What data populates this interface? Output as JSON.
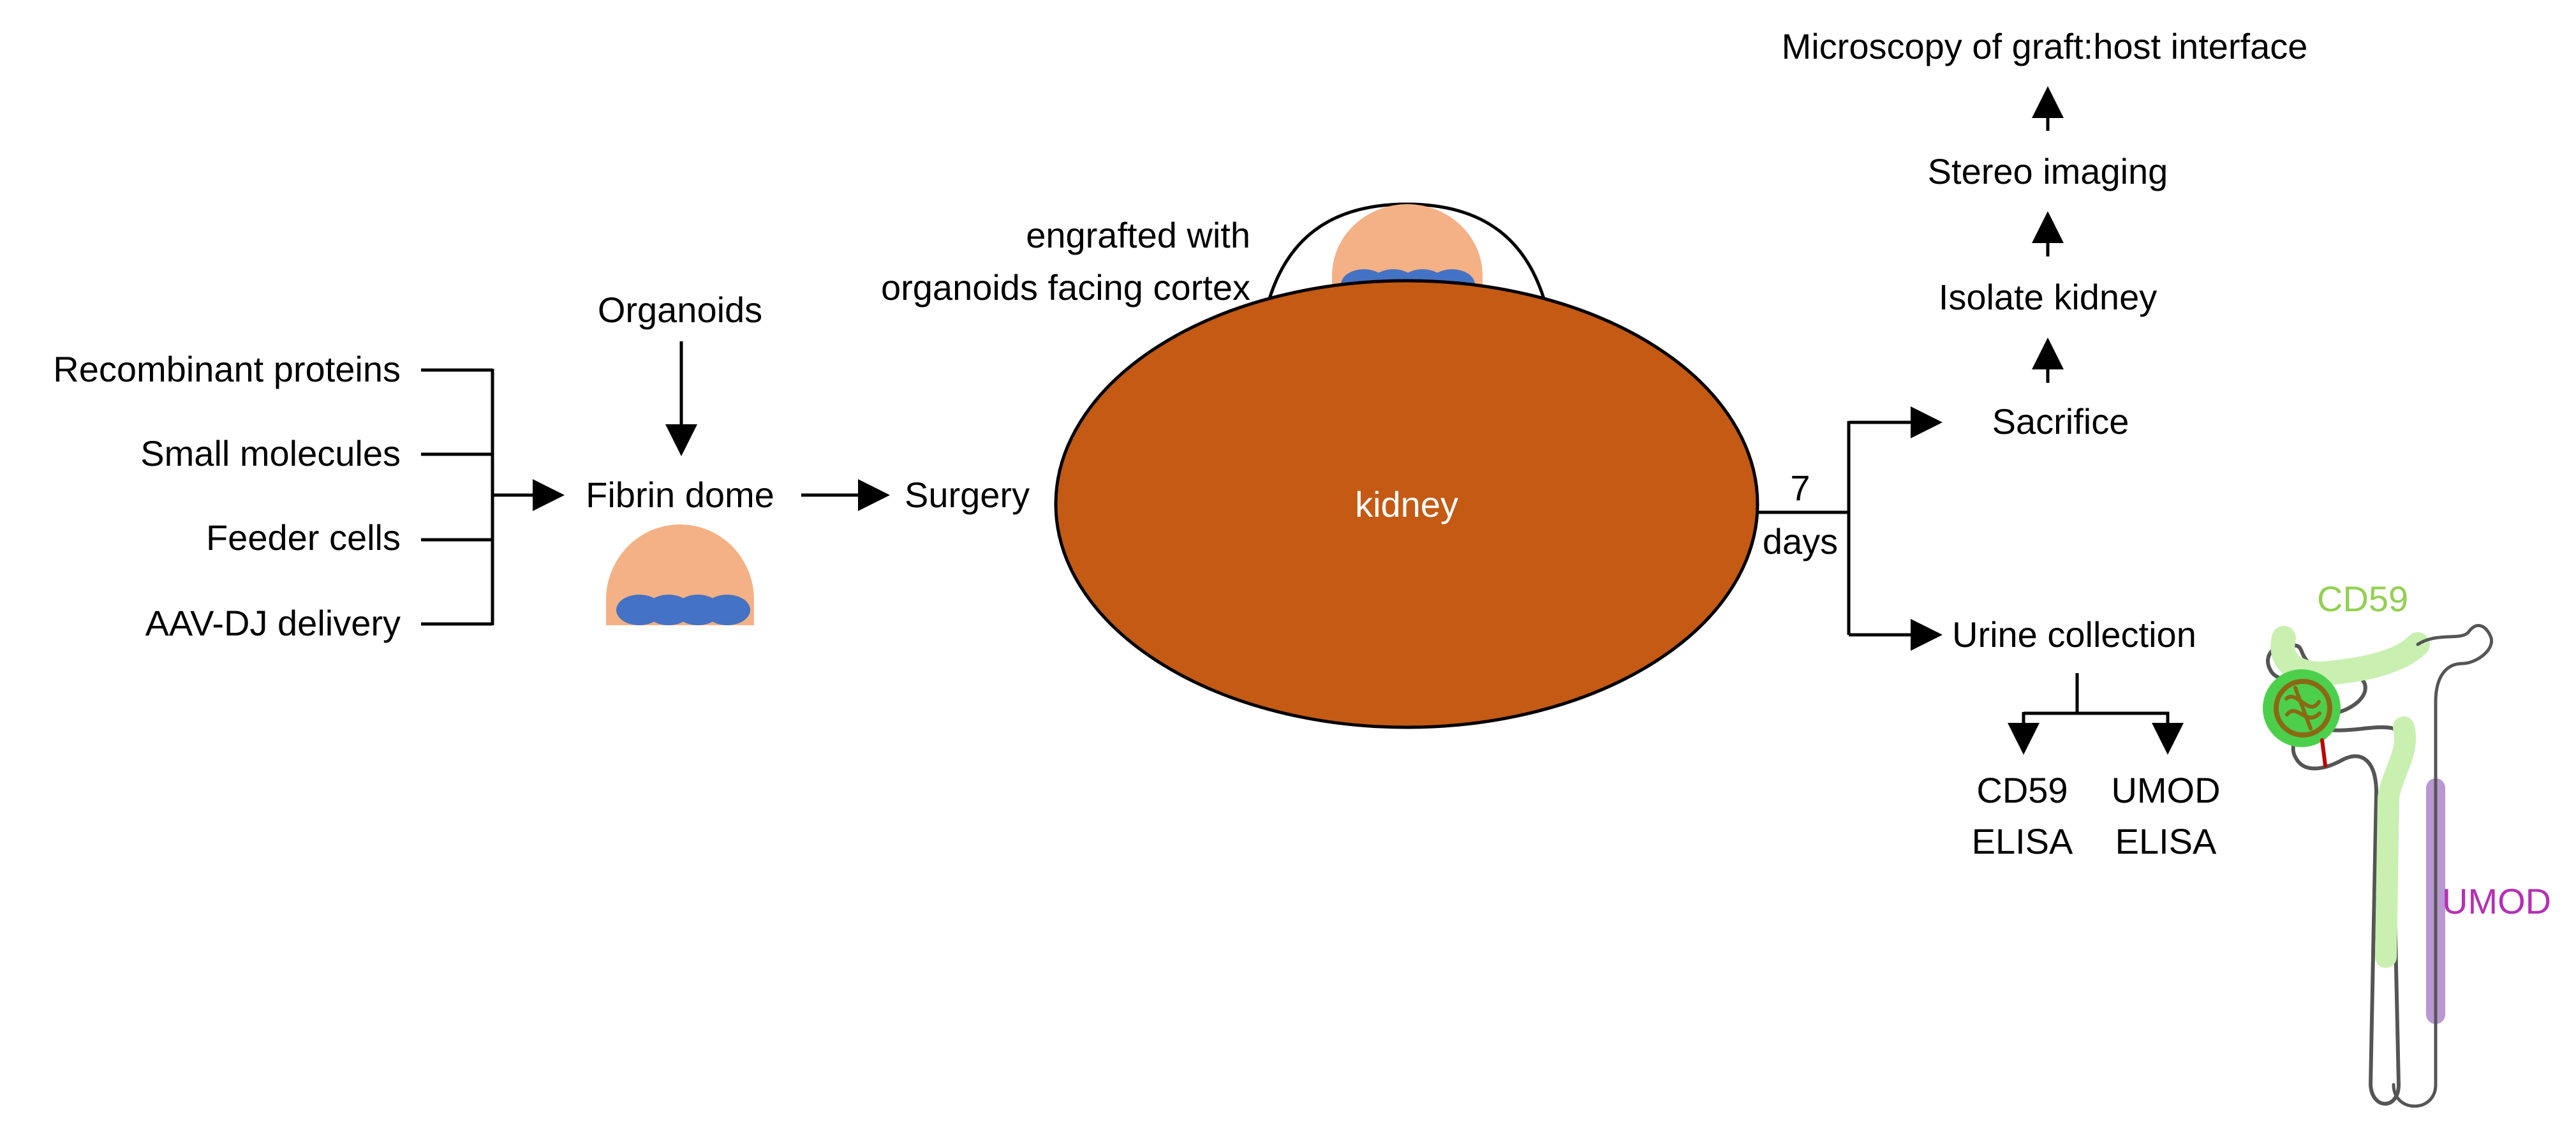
{
  "inputs": {
    "recombinant_proteins": "Recombinant proteins",
    "small_molecules": "Small molecules",
    "feeder_cells": "Feeder cells",
    "aav_dj_delivery": "AAV-DJ delivery"
  },
  "organoids": "Organoids",
  "fibrin_dome": "Fibrin dome",
  "surgery": "Surgery",
  "engraft_line1": "engrafted with",
  "engraft_line2": "organoids facing cortex",
  "kidney": "kidney",
  "time_number": "7",
  "time_unit": "days",
  "sacrifice": "Sacrifice",
  "isolate_kidney": "Isolate kidney",
  "stereo_imaging": "Stereo imaging",
  "microscopy": "Microscopy of graft:host interface",
  "urine_collection": "Urine collection",
  "cd59_elisa_line1": "CD59",
  "cd59_elisa_line2": "ELISA",
  "umod_elisa_line1": "UMOD",
  "umod_elisa_line2": "ELISA",
  "nephron_cd59": "CD59",
  "nephron_umod": "UMOD",
  "colors": {
    "kidney": "#C45A13",
    "organoid_dome": "#F4B185",
    "organoid_cells": "#4472C4",
    "cd59": "#92D050",
    "cd59_fill": "#C9F0B0",
    "umod": "#B52FB5",
    "umod_fill": "#B897D2",
    "glomerulus": "#8B6914",
    "line": "#000000"
  }
}
